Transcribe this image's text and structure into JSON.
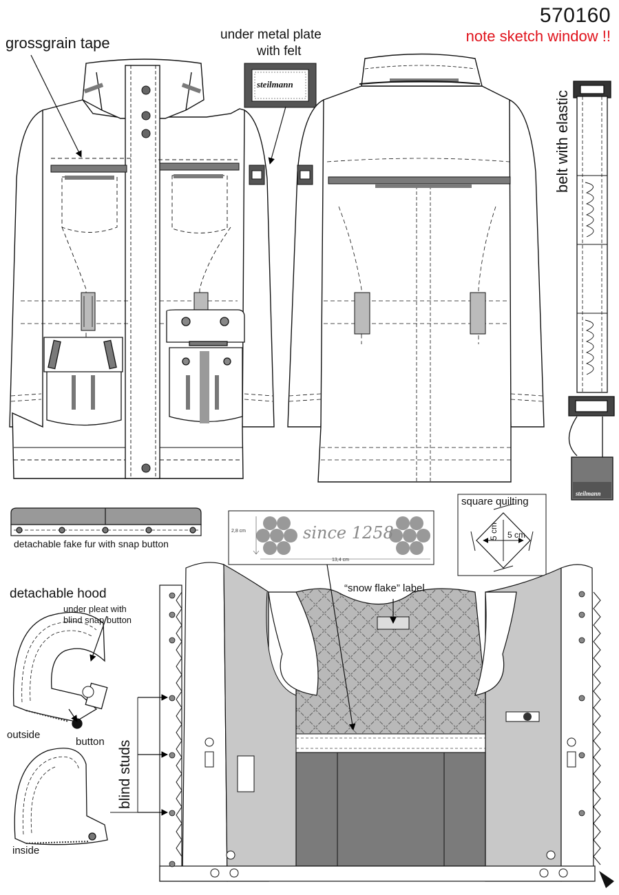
{
  "header": {
    "style_number": "570160",
    "note": "note sketch window !!"
  },
  "labels": {
    "grosgrain_tape": "grossgrain tape",
    "metal_plate": "under metal plate",
    "metal_plate_2": "with  felt",
    "belt": "belt with elastic",
    "fake_fur": "detachable fake fur with snap button",
    "square_quilting": "square quilting",
    "quilt_dim_v": "5 cm",
    "quilt_dim_h": "5 cm",
    "snow_flake": "“snow flake” label",
    "detachable_hood": "detachable hood",
    "under_pleat": "under pleat with",
    "under_pleat_2": "blind snap button",
    "outside": "outside",
    "button": "button",
    "inside": "inside",
    "blind_studs": "blind studs"
  },
  "brand": {
    "name": "steilmann"
  },
  "jacquard_label": {
    "script_text": "since 1258",
    "height": "2,8 cm",
    "width": "13,4 cm"
  },
  "colors": {
    "note_red": "#e0121b",
    "tape_gray": "#7a7a7a",
    "lining_light": "#c8c8c8",
    "lining_dark": "#7b7b7b",
    "quilt_gray": "#b9b9b9"
  }
}
